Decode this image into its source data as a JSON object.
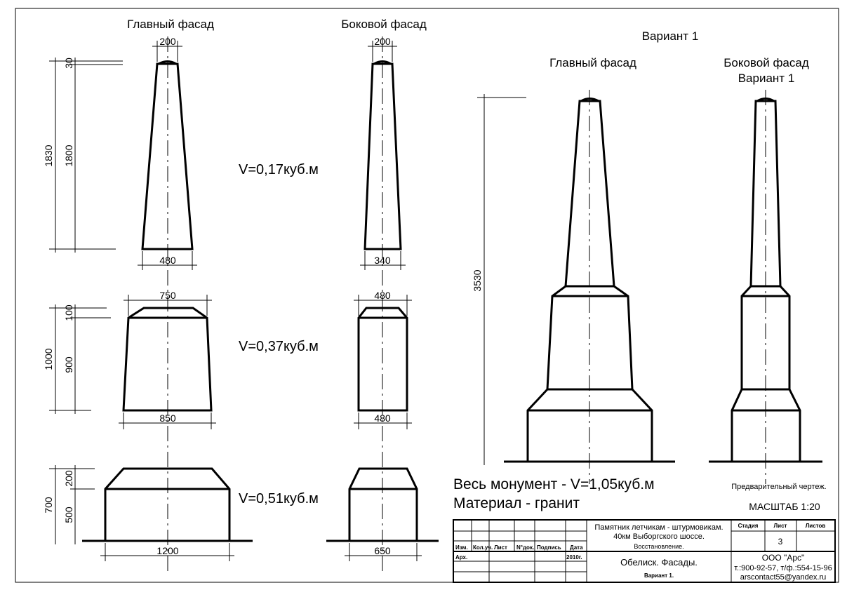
{
  "left": {
    "main_title": "Главный фасад",
    "side_title": "Боковой фасад",
    "obelisk_dims": {
      "top_main": "200",
      "bottom_main": "480",
      "top_side": "200",
      "bottom_side": "340",
      "total": "1830",
      "body": "1800",
      "tip": "30"
    },
    "block_dims": {
      "top_main": "750",
      "bottom_main": "850",
      "top_side": "480",
      "bottom_side": "480",
      "total": "1000",
      "body": "900",
      "chamfer": "100"
    },
    "base_dims": {
      "bottom_main": "1200",
      "bottom_side": "650",
      "total": "700",
      "body": "500",
      "chamfer": "200"
    },
    "volumes": [
      "V=0,17куб.м",
      "V=0,37куб.м",
      "V=0,51куб.м"
    ]
  },
  "right": {
    "variant_title": "Вариант 1",
    "main_title": "Главный фасад",
    "side_title_1": "Боковой фасад",
    "side_title_2": "Вариант 1",
    "height_dim": "3530"
  },
  "notes": {
    "total_volume": "Весь монумент -  V=1,05куб.м",
    "material": "Материал - гранит",
    "preliminary": "Предварительный чертеж.",
    "scale": "МАСШТАБ 1:20"
  },
  "title_block": {
    "headers": [
      "Изм.",
      "Кол.уч.",
      "Лист",
      "N°док.",
      "Подпись",
      "Дата"
    ],
    "author_role": "Арх.",
    "date": "2010г.",
    "project_line1": "Памятник летчикам - штурмовикам.",
    "project_line2": "40км Выборгского шоссе.",
    "project_line3": "Восстановление.",
    "sheet_title": "Обелиск. Фасады.",
    "sheet_subtitle": "Вариант 1.",
    "stage_label": "Стадия",
    "sheet_label": "Лист",
    "sheets_label": "Листов",
    "sheet_number": "3",
    "company": "ООО \"Арс\"",
    "phone": "т.:900-92-57, т/ф.:554-15-96",
    "email": "arscontact55@yandex.ru"
  }
}
